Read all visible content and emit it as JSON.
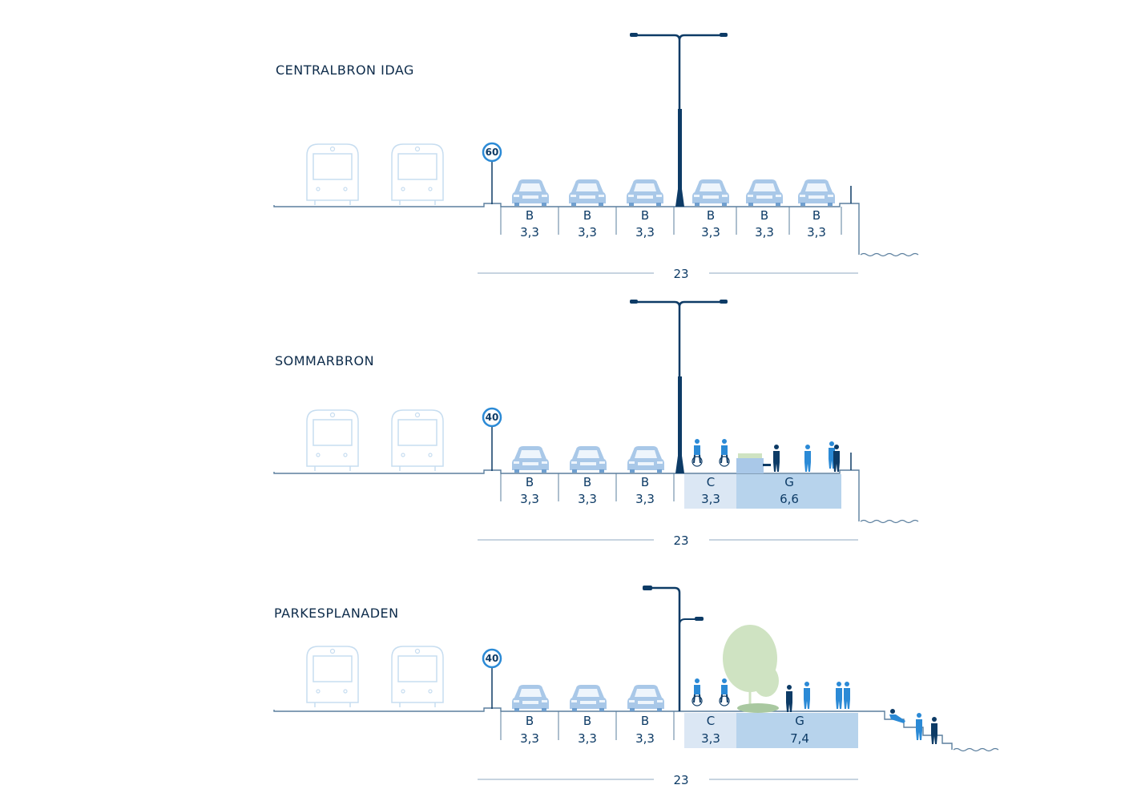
{
  "sections": [
    {
      "title": "CENTRALBRON IDAG",
      "speed": "60",
      "lanes": [
        {
          "letter": "B",
          "width": "3,3"
        },
        {
          "letter": "B",
          "width": "3,3"
        },
        {
          "letter": "B",
          "width": "3,3"
        },
        {
          "letter": "B",
          "width": "3,3"
        },
        {
          "letter": "B",
          "width": "3,3"
        },
        {
          "letter": "B",
          "width": "3,3"
        }
      ],
      "total": "23"
    },
    {
      "title": "SOMMARBRON",
      "speed": "40",
      "lanes": [
        {
          "letter": "B",
          "width": "3,3"
        },
        {
          "letter": "B",
          "width": "3,3"
        },
        {
          "letter": "B",
          "width": "3,3"
        },
        {
          "letter": "C",
          "width": "3,3"
        },
        {
          "letter": "G",
          "width": "6,6"
        }
      ],
      "total": "23"
    },
    {
      "title": "PARKESPLANADEN",
      "speed": "40",
      "lanes": [
        {
          "letter": "B",
          "width": "3,3"
        },
        {
          "letter": "B",
          "width": "3,3"
        },
        {
          "letter": "B",
          "width": "3,3"
        },
        {
          "letter": "C",
          "width": "3,3"
        },
        {
          "letter": "G",
          "width": "7,4"
        }
      ],
      "total": "23"
    }
  ],
  "colors": {
    "dark": "#0d3b66",
    "line": "#5b7f9e",
    "car": "#a9c8e8",
    "carDark": "#6f9fcf",
    "tram": "#c7ddf0",
    "cycle": "#dbe7f4",
    "walk": "#b7d3ec",
    "person": "#2b8ad6",
    "tree": "#cfe3c2"
  }
}
